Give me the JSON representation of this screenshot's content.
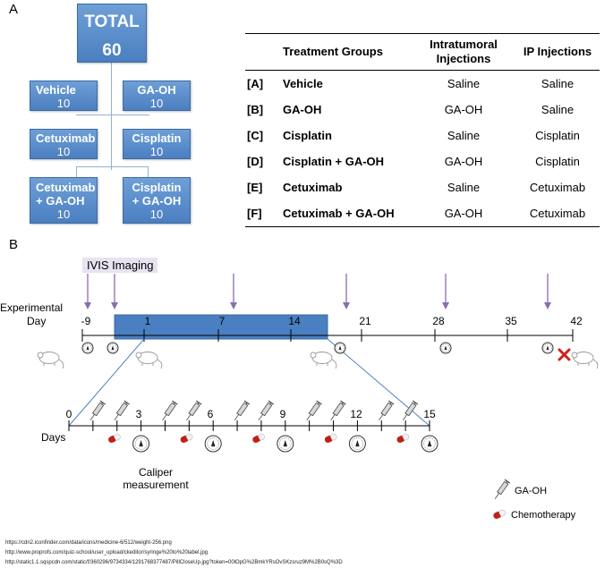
{
  "panel_a": {
    "letter": "A",
    "total": {
      "label": "TOTAL",
      "count": "60"
    },
    "groups": [
      {
        "label": "Vehicle",
        "count": "10"
      },
      {
        "label": "GA-OH",
        "count": "10"
      },
      {
        "label": "Cetuximab",
        "count": "10"
      },
      {
        "label": "Cisplatin",
        "count": "10"
      },
      {
        "label": "Cetuximab + GA-OH",
        "count": "10"
      },
      {
        "label": "Cisplatin + GA-OH",
        "count": "10"
      }
    ],
    "table": {
      "headers": [
        "",
        "Treatment Groups",
        "Intratumoral Injections",
        "IP Injections"
      ],
      "rows": [
        [
          "[A]",
          "Vehicle",
          "Saline",
          "Saline"
        ],
        [
          "[B]",
          "GA-OH",
          "GA-OH",
          "Saline"
        ],
        [
          "[C]",
          "Cisplatin",
          "Saline",
          "Cisplatin"
        ],
        [
          "[D]",
          "Cisplatin + GA-OH",
          "GA-OH",
          "Cisplatin"
        ],
        [
          "[E]",
          "Cetuximab",
          "Saline",
          "Cetuximab"
        ],
        [
          "[F]",
          "Cetuximab + GA-OH",
          "GA-OH",
          "Cetuximab"
        ]
      ]
    }
  },
  "panel_b": {
    "letter": "B",
    "ivis_label": "IVIS Imaging",
    "experimental_label": "Experimental",
    "day_label": "Day",
    "timeline_ticks": [
      "-9",
      "1",
      "7",
      "14",
      "21",
      "28",
      "35",
      "42"
    ],
    "days_label": "Days",
    "days_ticks": [
      "0",
      "3",
      "6",
      "9",
      "12",
      "15"
    ],
    "caliper_label": "Caliper measurement",
    "legend": {
      "gaoh": "GA-OH",
      "chemo": "Chemotherapy"
    },
    "colors": {
      "ivis": "#8a6db0",
      "highlight": "#4a7fc1",
      "chemo_red": "#c0201a"
    }
  },
  "credits": [
    "https://cdn2.iconfinder.com/data/icons/medicine-6/512/weight-256.png",
    "http://www.proprofs.com/quiz-school/user_upload/ckeditor/syringe%20to%20label.jpg",
    "http://static1.1.sqspcdn.com/static/f/360296/9734334/1291768377487/PillCloseUp.jpg?token=00lOpG%2BmkYRsOvSKzsruz9M%2B0sQ%3D"
  ]
}
